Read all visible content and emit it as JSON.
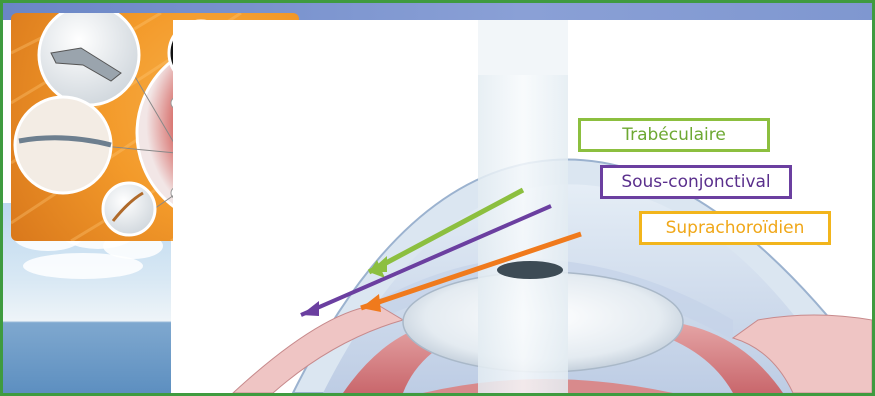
{
  "labels": {
    "trabecular": "Trabéculaire",
    "subconjunctival": "Sous-conjonctival",
    "suprachoroidal": "Suprachoroïdien"
  },
  "colors": {
    "frame": "#3f9b3f",
    "top_bar": "#7a93cf",
    "trabecular": "#8cbf3f",
    "subconjunctival": "#6b3fa0",
    "suprachoroidal": "#f07a1c",
    "suprachoroidal_box": "#f2b51c"
  }
}
